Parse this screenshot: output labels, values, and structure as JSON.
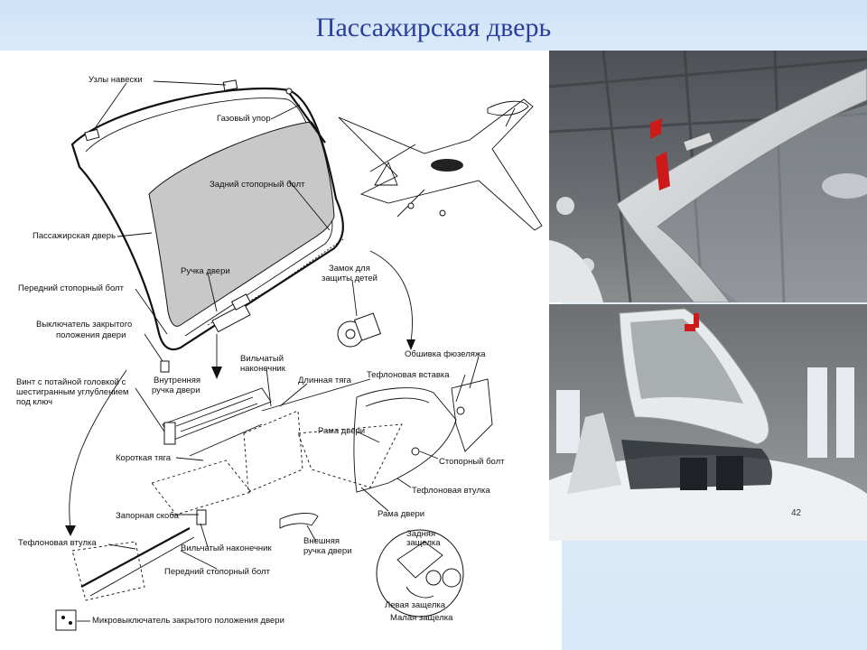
{
  "slide": {
    "title": "Пассажирская дверь"
  },
  "labels": {
    "hinges": "Узлы навески",
    "gas_strut": "Газовый упор",
    "rear_lock_bolt": "Задний стопорный болт",
    "passenger_door": "Пассажирская дверь",
    "door_handle": "Ручка двери",
    "front_lock_bolt": "Передний стопорный болт",
    "closed_switch_line1": "Выключатель закрытого",
    "closed_switch_line2": "положения двери",
    "child_lock_line1": "Замок для",
    "child_lock_line2": "защиты детей",
    "fuselage_skin": "Обшивка фюзеляжа",
    "screw_line1": "Винт с потайной головкой с",
    "screw_line2": "шестигранным углублением",
    "screw_line3": "под ключ",
    "inner_handle_line1": "Внутренняя",
    "inner_handle_line2": "ручка двери",
    "fork_end_line1": "Вильчатый",
    "fork_end_line2": "наконечник",
    "long_rod": "Длинная тяга",
    "teflon_insert": "Тефлоновая вставка",
    "door_frame_upper": "Рама двери",
    "lock_bolt": "Стопорный болт",
    "short_rod": "Короткая тяга",
    "teflon_bushing_right": "Тефлоновая втулка",
    "door_frame_lower": "Рама двери",
    "lock_bracket": "Запорная скоба",
    "teflon_bushing_left": "Тефлоновая втулка",
    "fork_end_lower": "Вильчатый наконечник",
    "outer_handle_line1": "Внешняя",
    "outer_handle_line2": "ручка двери",
    "front_lock_bolt_lower": "Передний стопорный болт",
    "rear_pin_line1": "Задняя",
    "rear_pin_line2": "защелка",
    "left_pin": "Левая защелка",
    "small_pin": "Малая защелка",
    "microswitch": "Микровыключатель закрытого положения двери"
  },
  "photo": {
    "fuselage_number": "42"
  },
  "colors": {
    "title": "#2b3f9c",
    "window_gray": "#c8c8c8",
    "tag_red": "#cc1a1a",
    "aircraft_white": "#eef0f2"
  }
}
